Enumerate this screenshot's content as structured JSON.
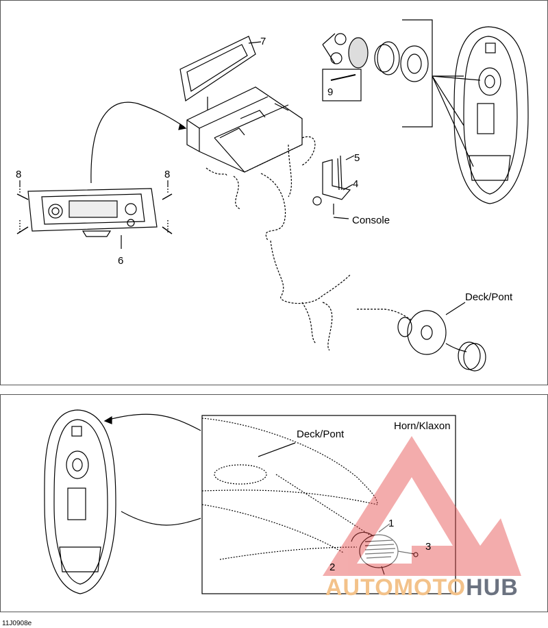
{
  "callouts": {
    "c1": "1",
    "c2": "2",
    "c3": "3",
    "c4": "4",
    "c5": "5",
    "c6": "6",
    "c7": "7",
    "c8a": "8",
    "c8b": "8",
    "c9": "9"
  },
  "labels": {
    "console": "Console",
    "deck_top": "Deck/Pont",
    "deck_bottom": "Deck/Pont",
    "horn": "Horn/Klaxon"
  },
  "watermark": {
    "part1": "AUTO",
    "part2": "MOTO",
    "part3": "HUB"
  },
  "reference_code": "11J0908e"
}
